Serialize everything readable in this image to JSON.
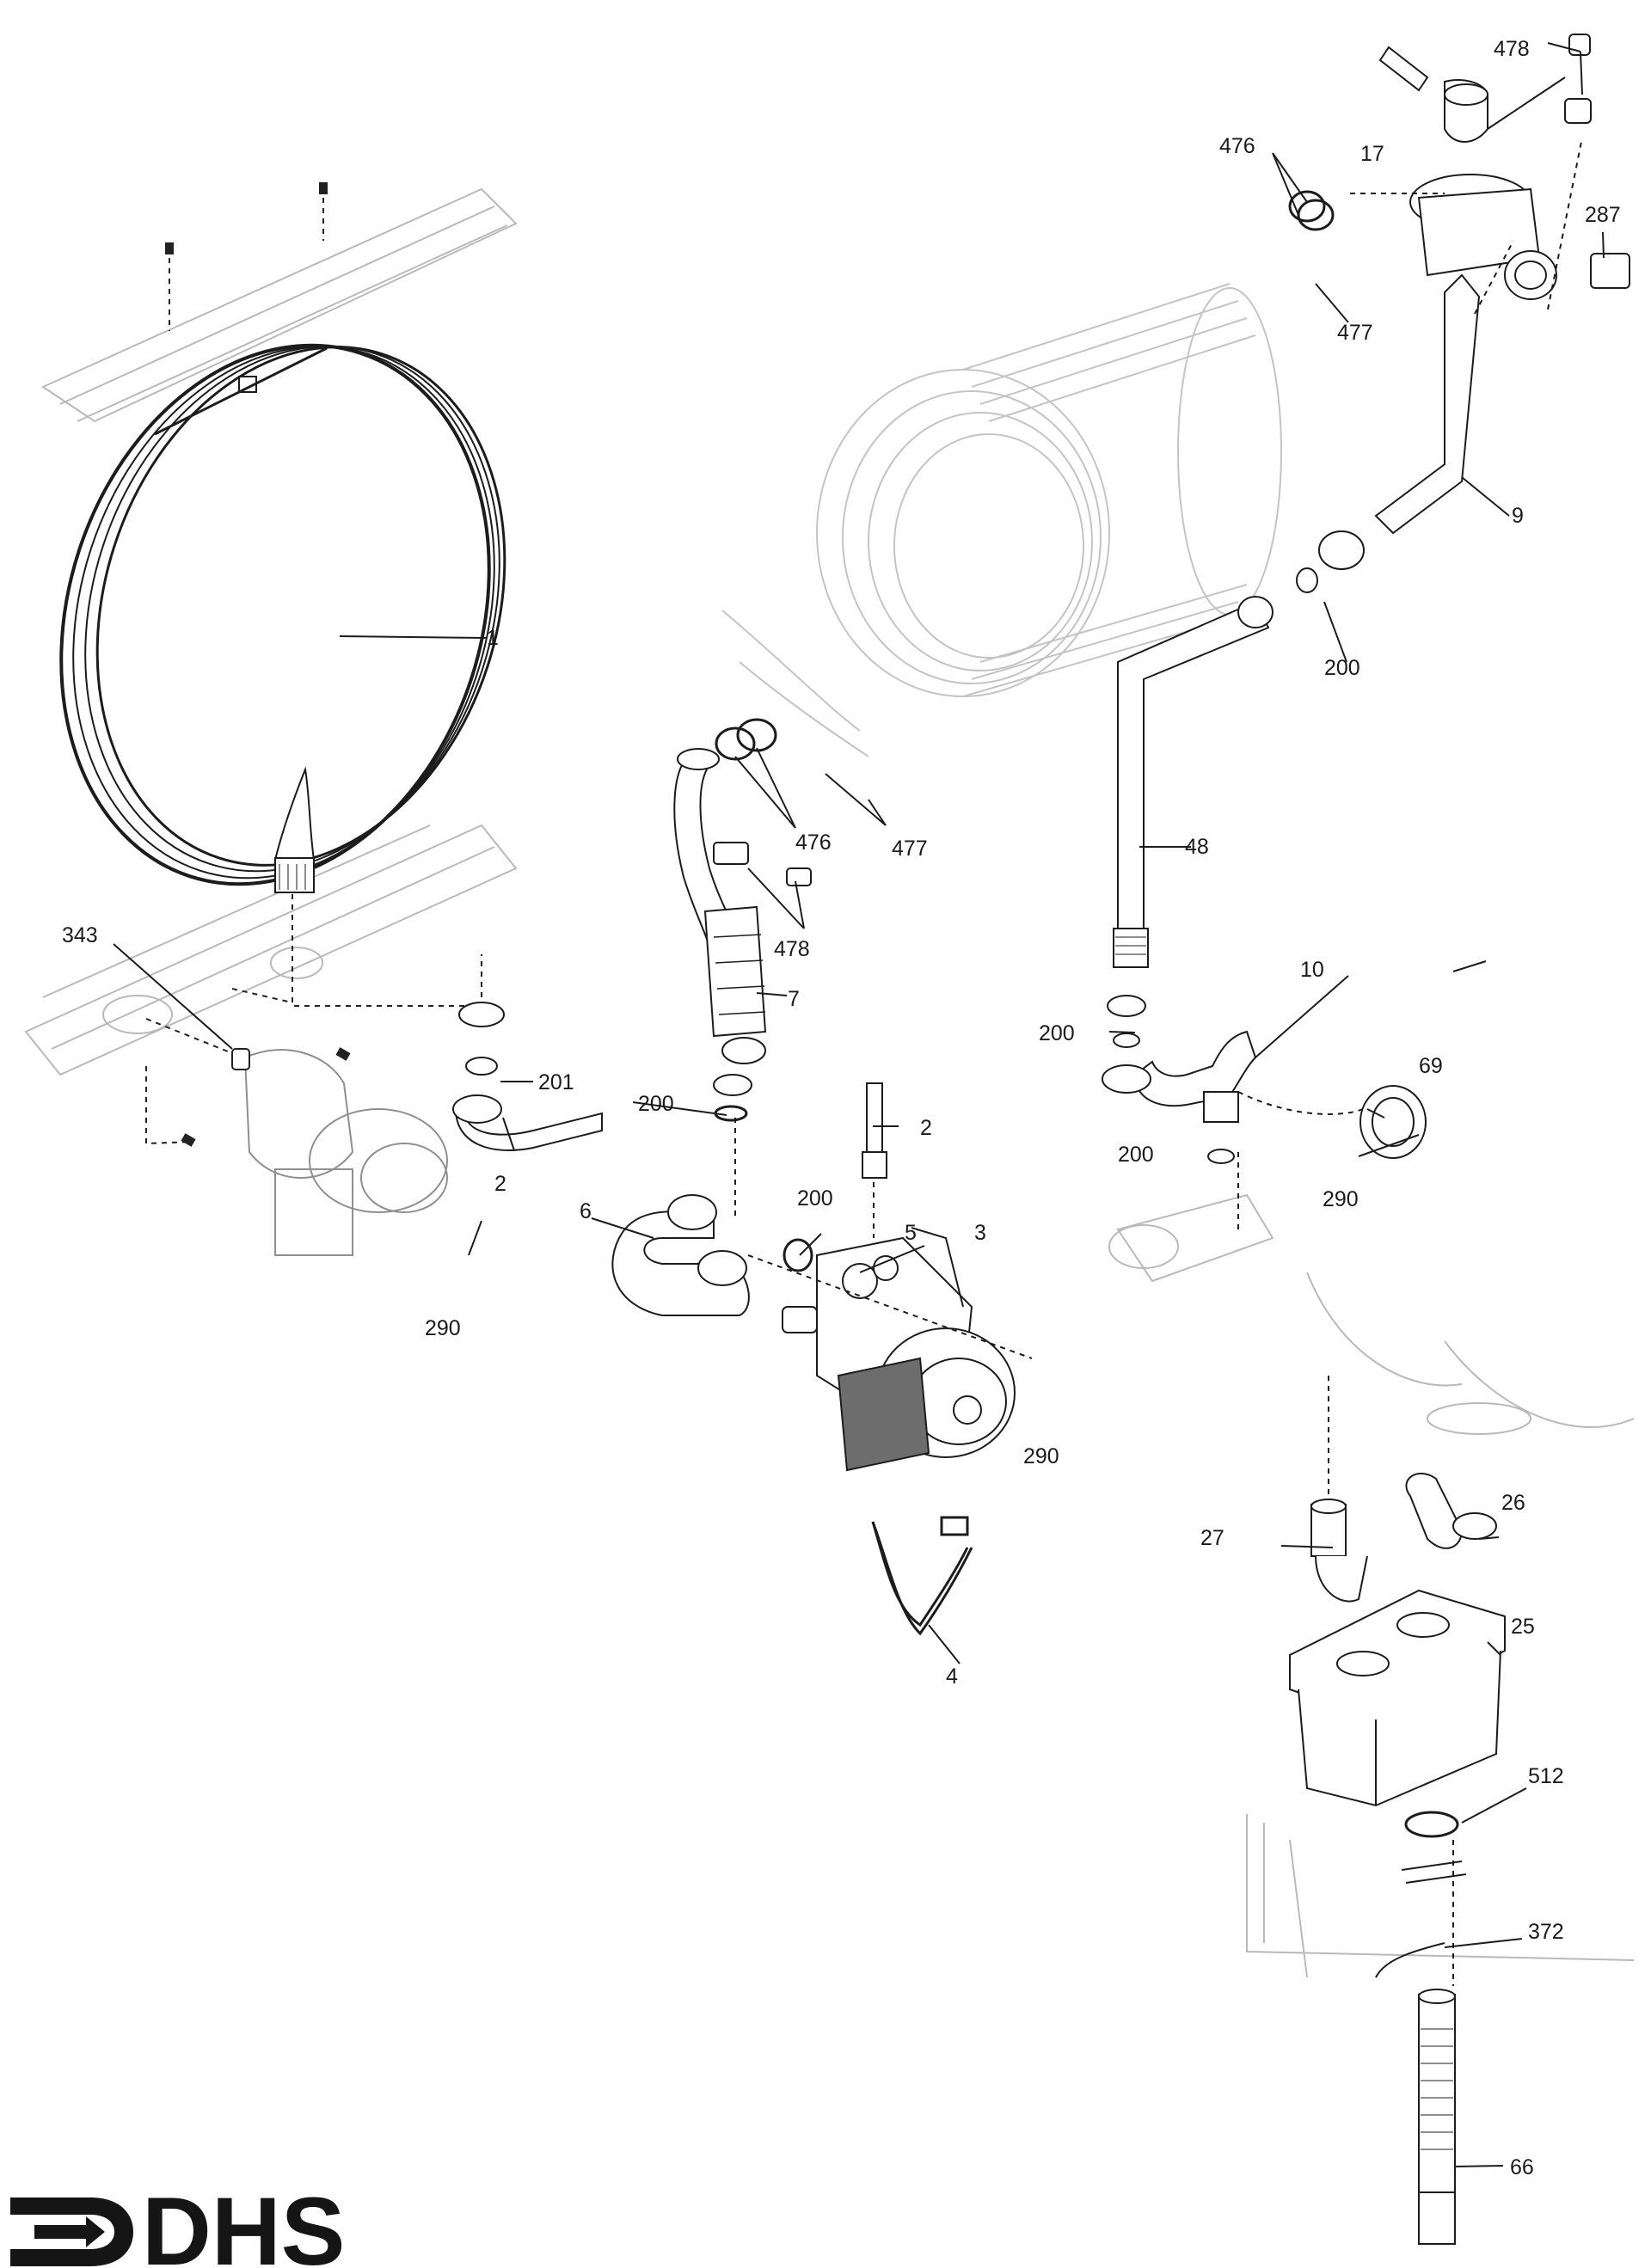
{
  "logo": {
    "text": "DHS"
  },
  "callouts": {
    "c1": "1",
    "c2a": "2",
    "c2b": "2",
    "c3": "3",
    "c4": "4",
    "c5": "5",
    "c6": "6",
    "c7": "7",
    "c9": "9",
    "c10": "10",
    "c17": "17",
    "c25": "25",
    "c26": "26",
    "c27": "27",
    "c48": "48",
    "c66": "66",
    "c69": "69",
    "c200a": "200",
    "c200b": "200",
    "c200c": "200",
    "c200d": "200",
    "c200e": "200",
    "c201": "201",
    "c287": "287",
    "c290a": "290",
    "c290b": "290",
    "c290c": "290",
    "c343": "343",
    "c372": "372",
    "c476a": "476",
    "c476b": "476",
    "c477a": "477",
    "c477b": "477",
    "c478a": "478",
    "c478b": "478",
    "c512": "512"
  }
}
